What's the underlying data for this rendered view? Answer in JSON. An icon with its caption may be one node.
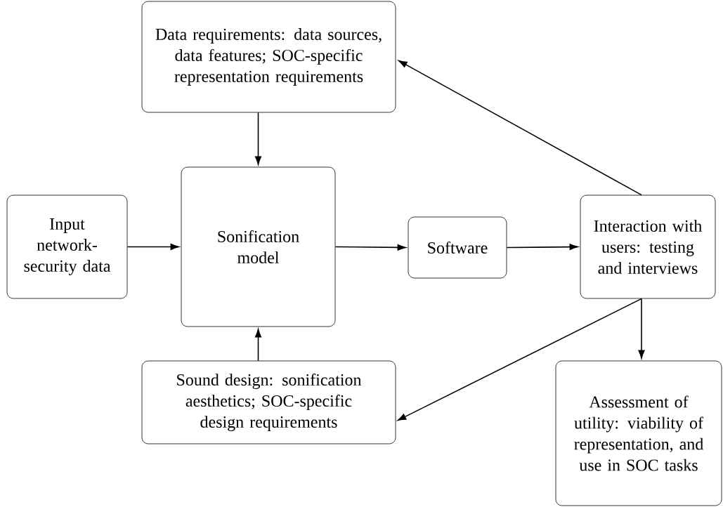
{
  "diagram": {
    "nodes": [
      {
        "text": [
          "Data requirements: data sources, data features; SOC-specific representation requirements"
        ]
      },
      {
        "text": [
          "Input network-security data"
        ]
      },
      {
        "text": [
          "Sonification model"
        ]
      },
      {
        "text": [
          "Software"
        ]
      },
      {
        "text": [
          "Interaction with users: testing and interviews"
        ]
      },
      {
        "text": [
          "Sound design: sonification aesthetics; SOC-specific design requirements"
        ]
      },
      {
        "text": [
          "Assessment of utility: viability of representation, and use in SOC tasks"
        ]
      }
    ],
    "edges": [
      {
        "from": 0,
        "to": 2,
        "arrow": "to"
      },
      {
        "from": 1,
        "to": 2,
        "arrow": "to"
      },
      {
        "from": 2,
        "to": 3,
        "arrow": "to"
      },
      {
        "from": 3,
        "to": 4,
        "arrow": "to"
      },
      {
        "from": 4,
        "to": 0,
        "arrow": "to"
      },
      {
        "from": 5,
        "to": 2,
        "arrow": "to"
      },
      {
        "from": 4,
        "to": 5,
        "arrow": "to"
      },
      {
        "from": 4,
        "to": 6,
        "arrow": "to"
      }
    ]
  }
}
